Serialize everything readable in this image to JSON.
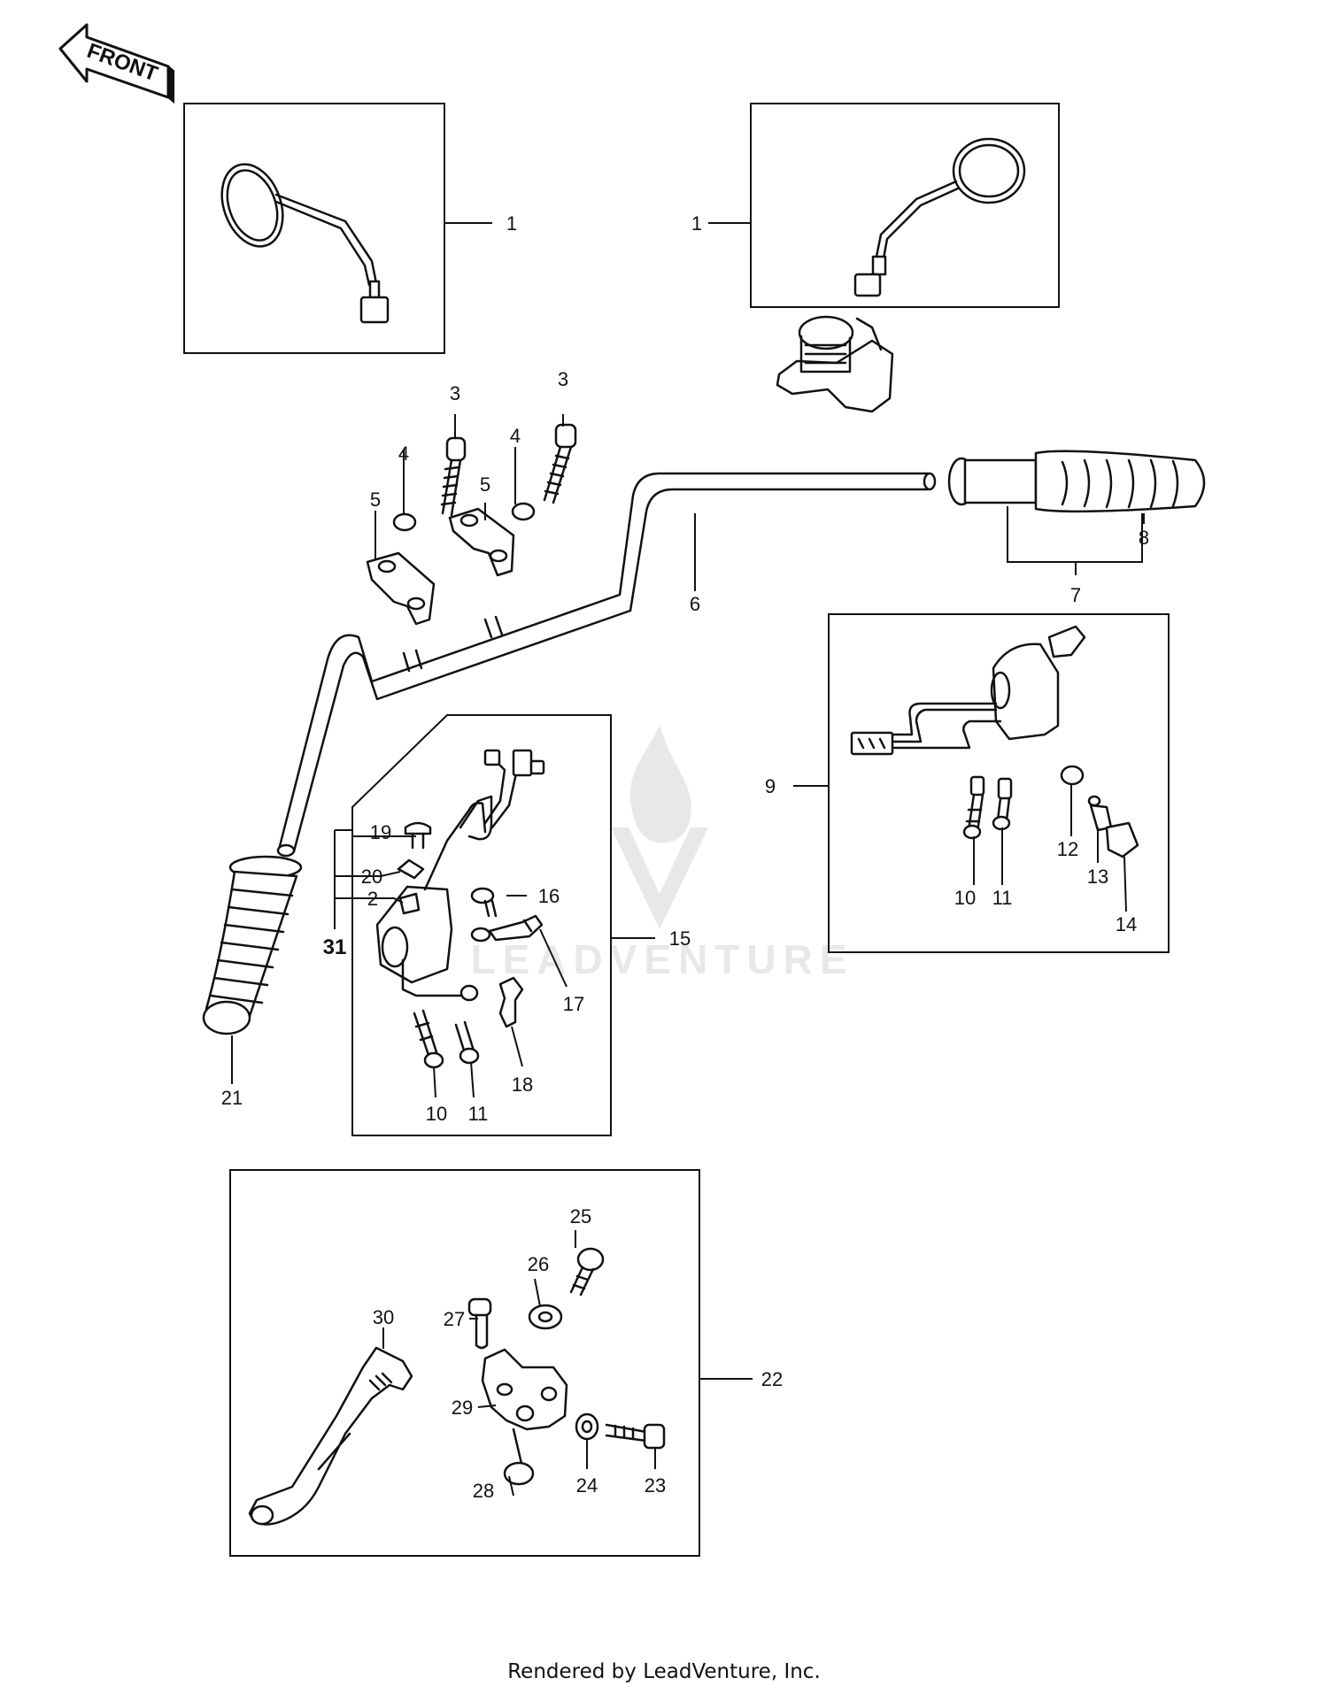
{
  "direction_arrow": {
    "label": "FRONT"
  },
  "watermark": {
    "text": "LEADVENTURE"
  },
  "callouts": {
    "c1a": "1",
    "c1b": "1",
    "c3a": "3",
    "c3b": "3",
    "c4a": "4",
    "c4b": "4",
    "c5a": "5",
    "c5b": "5",
    "c6": "6",
    "c7": "7",
    "c8": "8",
    "c9": "9",
    "c10a": "10",
    "c11a": "11",
    "c12": "12",
    "c13": "13",
    "c14": "14",
    "c15": "15",
    "c16": "16",
    "c17": "17",
    "c18": "18",
    "c19": "19",
    "c20": "20",
    "c2": "2",
    "c31": "31",
    "c10b": "10",
    "c11b": "11",
    "c21": "21",
    "c22": "22",
    "c23": "23",
    "c24": "24",
    "c25": "25",
    "c26": "26",
    "c27": "27",
    "c28": "28",
    "c29": "29",
    "c30": "30"
  },
  "footer": {
    "text": "Rendered by LeadVenture, Inc."
  },
  "colors": {
    "line": "#111111",
    "background": "#ffffff",
    "watermark": "#e8e8e8"
  }
}
